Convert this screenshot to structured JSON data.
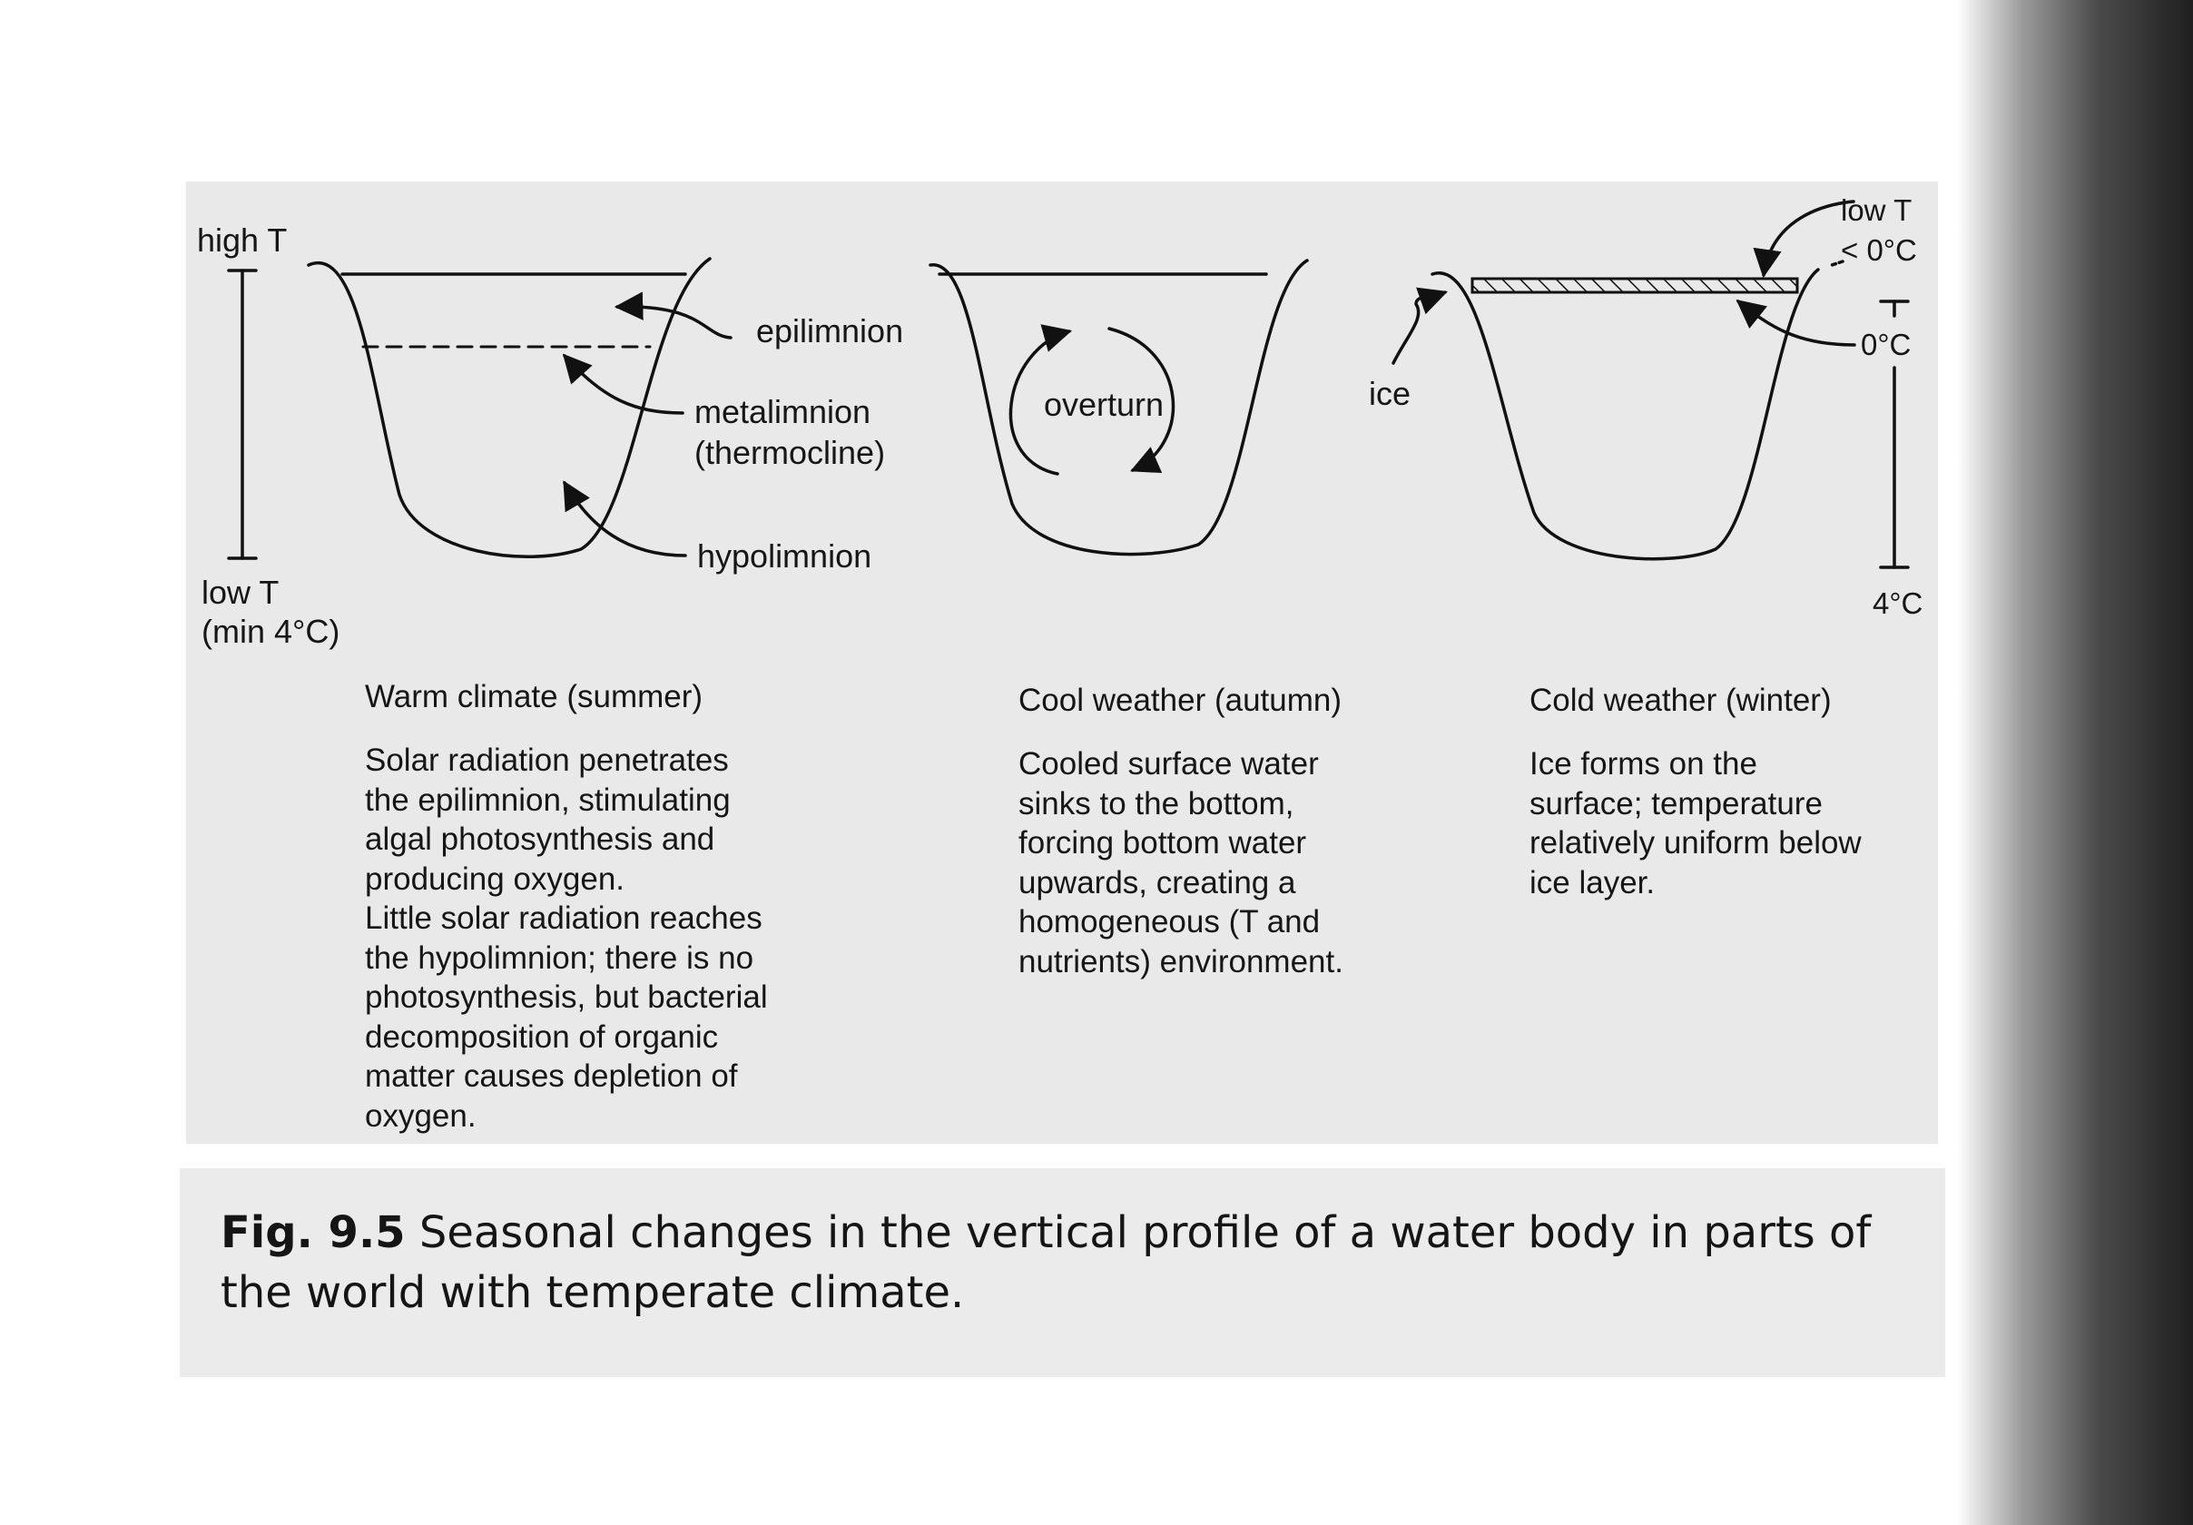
{
  "temp_scale_left": {
    "high": "high T",
    "low": "low T",
    "low_note": "(min 4°C)"
  },
  "temp_scale_right": {
    "low": "low T",
    "below_zero": "< 0°C",
    "zero": "0°C",
    "four": "4°C"
  },
  "labels": {
    "epilimnion": "epilimnion",
    "metalimnion": "metalimnion",
    "thermocline": "(thermocline)",
    "hypolimnion": "hypolimnion",
    "overturn": "overturn",
    "ice": "ice"
  },
  "panels": [
    {
      "title": "Warm climate (summer)",
      "text": "Solar radiation penetrates\nthe epilimnion, stimulating\nalgal photosynthesis and\nproducing oxygen.\nLittle solar radiation reaches\nthe hypolimnion; there is no\nphotosynthesis, but bacterial\ndecomposition of organic\nmatter causes depletion of\noxygen."
    },
    {
      "title": "Cool weather (autumn)",
      "text": "Cooled surface water\nsinks to the bottom,\nforcing bottom water\nupwards, creating a\nhomogeneous (T and\nnutrients)  environment."
    },
    {
      "title": "Cold weather (winter)",
      "text": "Ice forms on the\nsurface; temperature\nrelatively uniform below\nice layer."
    }
  ],
  "caption": {
    "label": "Fig. 9.5",
    "text": "Seasonal changes in the vertical profile of a water body in parts of the world with temperate climate."
  }
}
